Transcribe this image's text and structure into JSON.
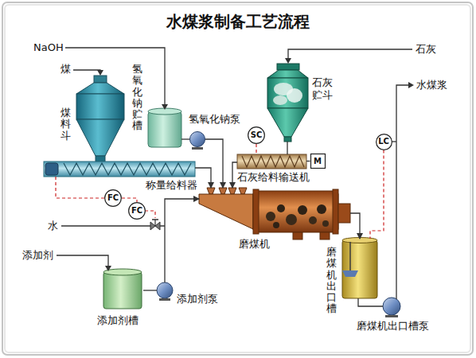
{
  "diagram": {
    "title": "水煤浆制备工艺流程",
    "nodes": [
      {
        "text": [
          "煤料斗"
        ]
      },
      {
        "text": [
          "氢氧化钠贮槽"
        ]
      },
      {
        "text": [
          "称量给料器"
        ]
      },
      {
        "text": [
          "氢氧化钠泵"
        ]
      },
      {
        "text": [
          "石灰贮斗"
        ]
      },
      {
        "text": [
          "SC"
        ]
      },
      {
        "text": [
          "石灰给料输送机"
        ]
      },
      {
        "text": [
          "M"
        ]
      },
      {
        "text": [
          "FC"
        ]
      },
      {
        "text": [
          "FC"
        ]
      },
      {
        "text": [
          "磨煤机"
        ]
      },
      {
        "text": [
          "磨煤机出口槽"
        ]
      },
      {
        "text": [
          "LC"
        ]
      },
      {
        "text": [
          "磨煤机出口槽泵"
        ]
      },
      {
        "text": [
          "添加剂槽"
        ]
      },
      {
        "text": [
          "添加剂泵"
        ]
      }
    ],
    "edges": [
      {
        "from": 1,
        "to": 3,
        "arrow": "none"
      },
      {
        "from": 3,
        "to": 10,
        "arrow": "to"
      },
      {
        "from": 2,
        "to": 10,
        "arrow": "to"
      },
      {
        "from": 4,
        "to": 6,
        "arrow": "none"
      },
      {
        "from": 6,
        "to": 10,
        "arrow": "to"
      },
      {
        "from": 5,
        "to": 6,
        "arrow": "none"
      },
      {
        "from": 7,
        "to": 6,
        "arrow": "none"
      },
      {
        "from": 2,
        "to": 8,
        "arrow": "none"
      },
      {
        "from": 8,
        "to": 9,
        "arrow": "none"
      },
      {
        "from": 10,
        "to": 11,
        "arrow": "to"
      },
      {
        "from": 11,
        "to": 13,
        "arrow": "none"
      },
      {
        "from": 12,
        "to": 11,
        "arrow": "none"
      },
      {
        "from": 14,
        "to": 15,
        "arrow": "none"
      },
      {
        "from": 15,
        "to": 10,
        "arrow": "to"
      }
    ],
    "labels": [
      "NaOH",
      "煤",
      "石灰",
      "水煤浆",
      "水",
      "添加剂"
    ]
  }
}
